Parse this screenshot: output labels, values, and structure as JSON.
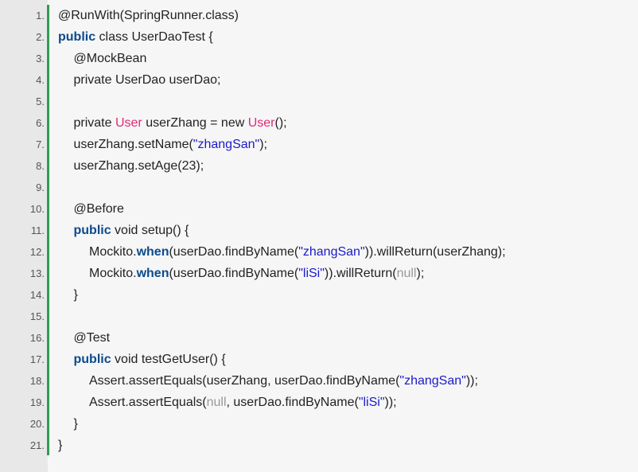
{
  "lines": [
    {
      "n": "1.",
      "indent": 0,
      "tokens": [
        {
          "t": "@RunWith(SpringRunner.class)",
          "c": "plain"
        }
      ]
    },
    {
      "n": "2.",
      "indent": 0,
      "tokens": [
        {
          "t": "public",
          "c": "kw"
        },
        {
          "t": " class UserDaoTest {",
          "c": "plain"
        }
      ]
    },
    {
      "n": "3.",
      "indent": 1,
      "tokens": [
        {
          "t": "@MockBean",
          "c": "plain"
        }
      ]
    },
    {
      "n": "4.",
      "indent": 1,
      "tokens": [
        {
          "t": "private UserDao userDao;",
          "c": "plain"
        }
      ]
    },
    {
      "n": "5.",
      "indent": 0,
      "tokens": []
    },
    {
      "n": "6.",
      "indent": 1,
      "tokens": [
        {
          "t": "private ",
          "c": "plain"
        },
        {
          "t": "User",
          "c": "type"
        },
        {
          "t": " userZhang = new ",
          "c": "plain"
        },
        {
          "t": "User",
          "c": "type"
        },
        {
          "t": "();",
          "c": "plain"
        }
      ]
    },
    {
      "n": "7.",
      "indent": 1,
      "tokens": [
        {
          "t": "userZhang.setName(",
          "c": "plain"
        },
        {
          "t": "\"zhangSan\"",
          "c": "str"
        },
        {
          "t": ");",
          "c": "plain"
        }
      ]
    },
    {
      "n": "8.",
      "indent": 1,
      "tokens": [
        {
          "t": "userZhang.setAge(23);",
          "c": "plain"
        }
      ]
    },
    {
      "n": "9.",
      "indent": 0,
      "tokens": []
    },
    {
      "n": "10.",
      "indent": 1,
      "tokens": [
        {
          "t": "@Before",
          "c": "plain"
        }
      ]
    },
    {
      "n": "11.",
      "indent": 1,
      "tokens": [
        {
          "t": "public",
          "c": "kw"
        },
        {
          "t": " void setup() {",
          "c": "plain"
        }
      ]
    },
    {
      "n": "12.",
      "indent": 2,
      "tokens": [
        {
          "t": "Mockito.",
          "c": "plain"
        },
        {
          "t": "when",
          "c": "kw"
        },
        {
          "t": "(userDao.findByName(",
          "c": "plain"
        },
        {
          "t": "\"zhangSan\"",
          "c": "str"
        },
        {
          "t": ")).willReturn(userZhang);",
          "c": "plain"
        }
      ]
    },
    {
      "n": "13.",
      "indent": 2,
      "tokens": [
        {
          "t": "Mockito.",
          "c": "plain"
        },
        {
          "t": "when",
          "c": "kw"
        },
        {
          "t": "(userDao.findByName(",
          "c": "plain"
        },
        {
          "t": "\"liSi\"",
          "c": "str"
        },
        {
          "t": ")).willReturn(",
          "c": "plain"
        },
        {
          "t": "null",
          "c": "nul"
        },
        {
          "t": ");",
          "c": "plain"
        }
      ]
    },
    {
      "n": "14.",
      "indent": 1,
      "tokens": [
        {
          "t": "}",
          "c": "plain"
        }
      ]
    },
    {
      "n": "15.",
      "indent": 0,
      "tokens": []
    },
    {
      "n": "16.",
      "indent": 1,
      "tokens": [
        {
          "t": "@Test",
          "c": "plain"
        }
      ]
    },
    {
      "n": "17.",
      "indent": 1,
      "tokens": [
        {
          "t": "public",
          "c": "kw"
        },
        {
          "t": " void testGetUser() {",
          "c": "plain"
        }
      ]
    },
    {
      "n": "18.",
      "indent": 2,
      "tokens": [
        {
          "t": "Assert.assertEquals(userZhang, userDao.findByName(",
          "c": "plain"
        },
        {
          "t": "\"zhangSan\"",
          "c": "str"
        },
        {
          "t": "));",
          "c": "plain"
        }
      ]
    },
    {
      "n": "19.",
      "indent": 2,
      "tokens": [
        {
          "t": "Assert.assertEquals(",
          "c": "plain"
        },
        {
          "t": "null",
          "c": "nul"
        },
        {
          "t": ", userDao.findByName(",
          "c": "plain"
        },
        {
          "t": "\"liSi\"",
          "c": "str"
        },
        {
          "t": "));",
          "c": "plain"
        }
      ]
    },
    {
      "n": "20.",
      "indent": 1,
      "tokens": [
        {
          "t": "}",
          "c": "plain"
        }
      ]
    },
    {
      "n": "21.",
      "indent": 0,
      "tokens": [
        {
          "t": "}",
          "c": "plain"
        }
      ]
    }
  ],
  "colors": {
    "keyword": "#0b4a8c",
    "type": "#e0297a",
    "string": "#1a1acc",
    "null": "#999999",
    "gutter_bar": "#2f9d4f"
  }
}
